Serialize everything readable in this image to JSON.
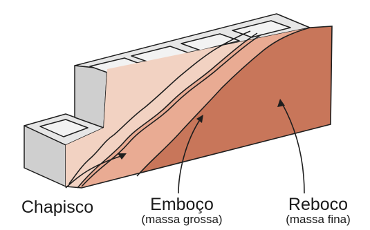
{
  "layers": [
    {
      "id": "chapisco",
      "name": "Chapisco",
      "note": ""
    },
    {
      "id": "emboco",
      "name": "Emboço",
      "note": "(massa grossa)"
    },
    {
      "id": "reboco",
      "name": "Reboco",
      "note": "(massa fina)"
    }
  ],
  "colors": {
    "block_top": "#e6e6e6",
    "block_front": "#cfcfcf",
    "block_side": "#a9a9a9",
    "block_inner": "#f2f2f2",
    "chapisco": "#f2d2c2",
    "emboco": "#e9ab93",
    "reboco": "#c8765a",
    "outline": "#1e1e1e"
  }
}
